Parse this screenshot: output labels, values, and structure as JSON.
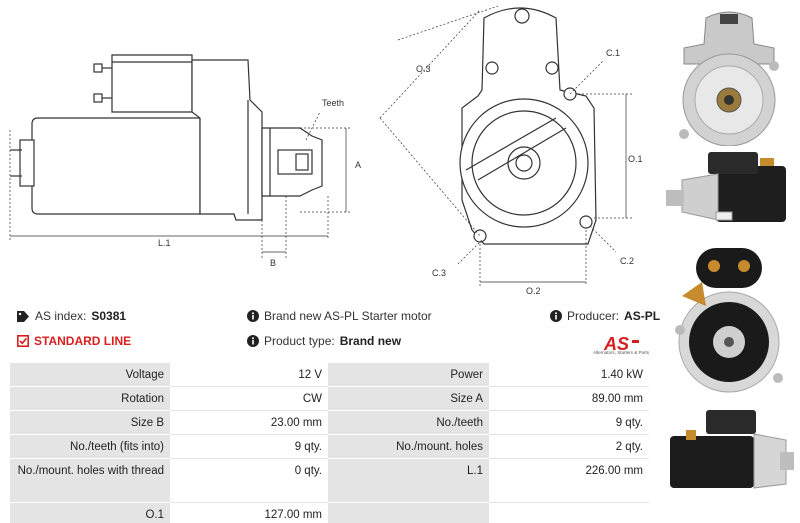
{
  "drawing": {
    "labels": {
      "teeth": "Teeth",
      "a": "A",
      "b": "B",
      "l1": "L.1",
      "o3": "O.3",
      "c1": "C.1",
      "o1": "O.1",
      "c3": "C.3",
      "c2": "C.2",
      "o2": "O.2"
    }
  },
  "info": {
    "as_index_label": "AS index:",
    "as_index_value": "S0381",
    "standard_line": "STANDARD LINE",
    "description": "Brand new AS-PL Starter motor",
    "product_type_label": "Product type:",
    "product_type_value": "Brand new",
    "producer_label": "Producer:",
    "producer_value": "AS-PL"
  },
  "logo": {
    "text": "AS",
    "caption": "Alternators, Starters & Parts"
  },
  "specs": [
    {
      "k1": "Voltage",
      "v1": "12 V",
      "k2": "Power",
      "v2": "1.40 kW"
    },
    {
      "k1": "Rotation",
      "v1": "CW",
      "k2": "Size A",
      "v2": "89.00 mm"
    },
    {
      "k1": "Size B",
      "v1": "23.00 mm",
      "k2": "No./teeth",
      "v2": "9 qty."
    },
    {
      "k1": "No./teeth (fits into)",
      "v1": "9 qty.",
      "k2": "No./mount. holes",
      "v2": "2 qty."
    },
    {
      "k1": "No./mount. holes with thread",
      "v1": "0 qty.",
      "k2": "L.1",
      "v2": "226.00 mm"
    },
    {
      "k1": "O.1",
      "v1": "127.00 mm",
      "k2": "",
      "v2": ""
    }
  ],
  "colors": {
    "accent": "#d81f1f",
    "key_bg": "#e4e4e4",
    "line": "#333333"
  }
}
